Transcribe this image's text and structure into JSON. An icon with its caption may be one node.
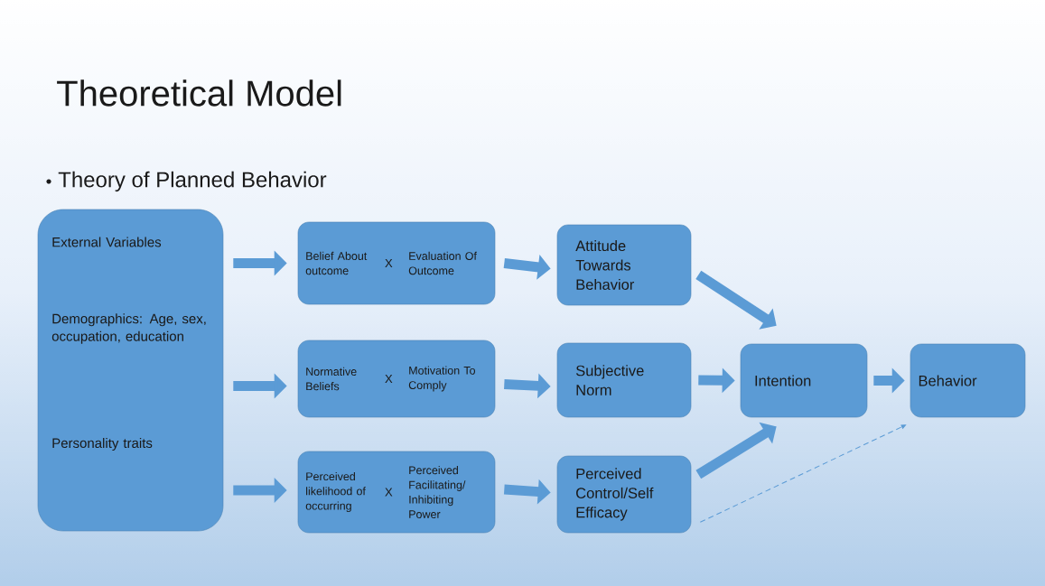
{
  "diagram": {
    "title": "Theoretical Model",
    "nodes": [
      {
        "text": [
          "External Variables",
          "Demographics: Age, sex, occupation, education",
          "Personality traits"
        ]
      },
      {
        "text": [
          "Belief About outcome",
          "X",
          "Evaluation Of Outcome"
        ]
      },
      {
        "text": [
          "Normative Beliefs",
          "X",
          "Motivation To Comply"
        ]
      },
      {
        "text": [
          "Perceived likelihood of occurring",
          "X",
          "Perceived Facilitating/ Inhibiting Power"
        ]
      },
      {
        "text": [
          "Attitude Towards Behavior"
        ]
      },
      {
        "text": [
          "Subjective Norm"
        ]
      },
      {
        "text": [
          "Perceived Control/Self Efficacy"
        ]
      },
      {
        "text": [
          "Intention"
        ]
      },
      {
        "text": [
          "Behavior"
        ]
      }
    ],
    "edges": [
      {
        "from": 0,
        "to": 1,
        "arrow": "to"
      },
      {
        "from": 0,
        "to": 2,
        "arrow": "to"
      },
      {
        "from": 0,
        "to": 3,
        "arrow": "to"
      },
      {
        "from": 1,
        "to": 4,
        "arrow": "to"
      },
      {
        "from": 2,
        "to": 5,
        "arrow": "to"
      },
      {
        "from": 3,
        "to": 6,
        "arrow": "to"
      },
      {
        "from": 4,
        "to": 7,
        "arrow": "to"
      },
      {
        "from": 5,
        "to": 7,
        "arrow": "to"
      },
      {
        "from": 6,
        "to": 7,
        "arrow": "to"
      },
      {
        "from": 7,
        "to": 8,
        "arrow": "to"
      },
      {
        "from": 6,
        "to": 8,
        "arrow": "to",
        "style": "dashed"
      }
    ],
    "labels": [
      "Theory of Planned Behavior"
    ]
  }
}
